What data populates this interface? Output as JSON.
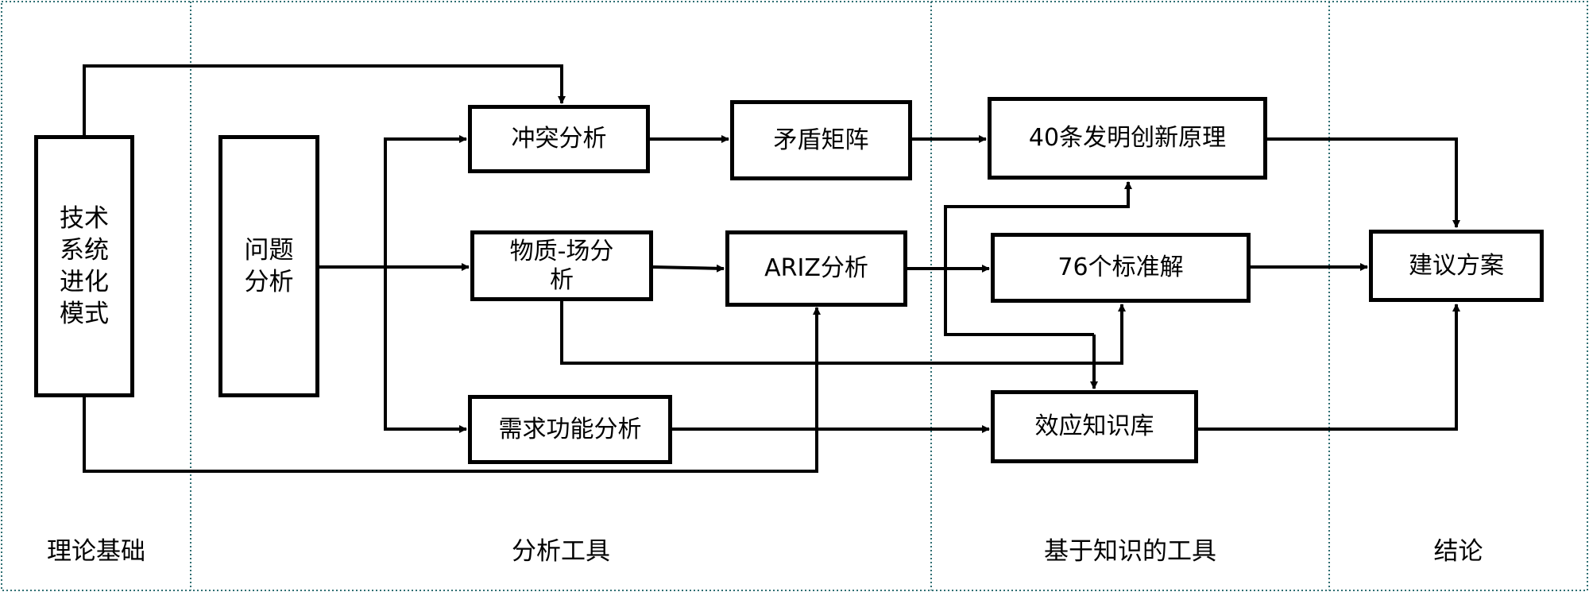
{
  "columns": {
    "theory": "理论基础",
    "analysis": "分析工具",
    "knowledge": "基于知识的工具",
    "conclusion": "结论"
  },
  "boxes": {
    "evolution": "技术\n系统\n进化\n模式",
    "problem": "问题\n分析",
    "conflict": "冲突分析",
    "matrix": "矛盾矩阵",
    "principles": "40条发明创新原理",
    "substance_field": "物质-场分\n析",
    "ariz": "ARIZ分析",
    "standards": "76个标准解",
    "suggestion": "建议方案",
    "demand": "需求功能分析",
    "effects": "效应知识库"
  },
  "style": {
    "line_color": "#000000",
    "divider_color": "#2f6f73"
  }
}
